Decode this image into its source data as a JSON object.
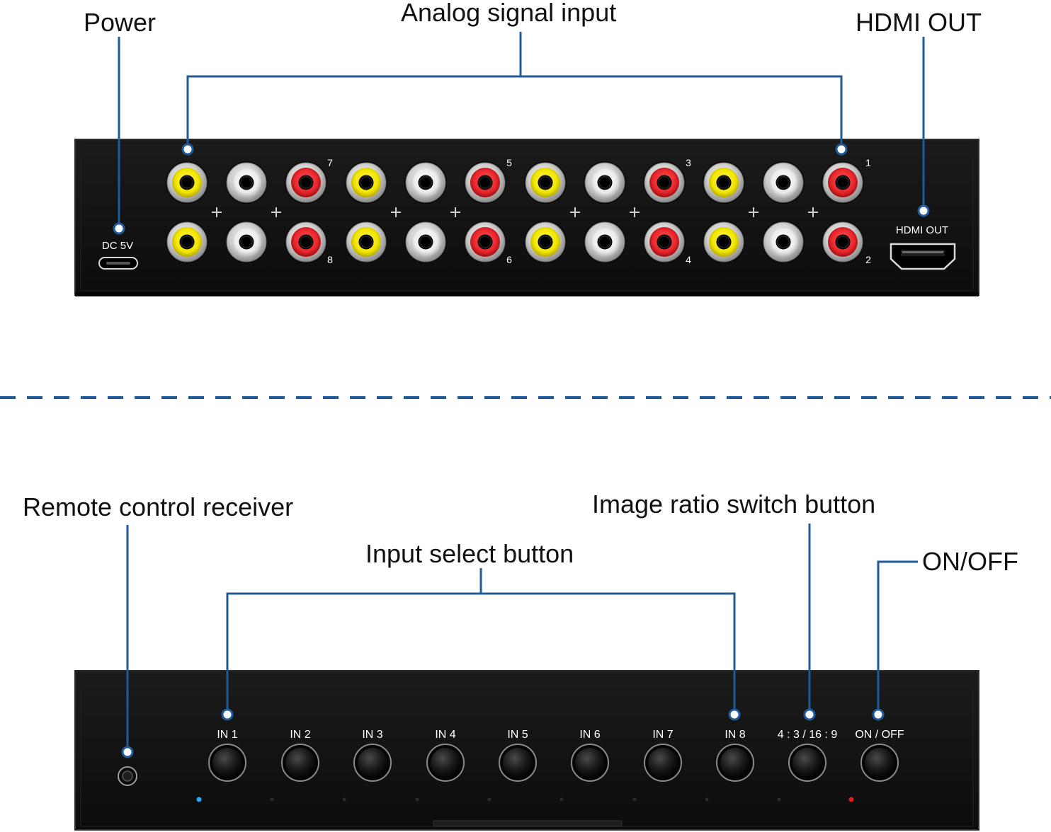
{
  "colors": {
    "leader": "#1f5a99",
    "panel": "#101010",
    "panel_edge": "#2a2a2a",
    "rca_video": "#f2e600",
    "rca_left": "#f1f1f1",
    "rca_right": "#e8262c",
    "led_active": "#2aa9ff",
    "led_power": "#e21b1b"
  },
  "rear_panel": {
    "callouts": {
      "power": "Power",
      "analog_input": "Analog signal input",
      "hdmi_out": "HDMI OUT"
    },
    "dc_label": "DC 5V",
    "hdmi_label": "HDMI OUT",
    "channel_numbers": [
      "7",
      "8",
      "5",
      "6",
      "3",
      "4",
      "1",
      "2"
    ]
  },
  "front_panel": {
    "callouts": {
      "remote": "Remote control receiver",
      "input_select": "Input select button",
      "ratio": "Image ratio switch button",
      "onoff": "ON/OFF"
    },
    "buttons": [
      "IN 1",
      "IN 2",
      "IN 3",
      "IN 4",
      "IN 5",
      "IN 6",
      "IN 7",
      "IN 8",
      "4 : 3 / 16 : 9",
      "ON / OFF"
    ]
  }
}
